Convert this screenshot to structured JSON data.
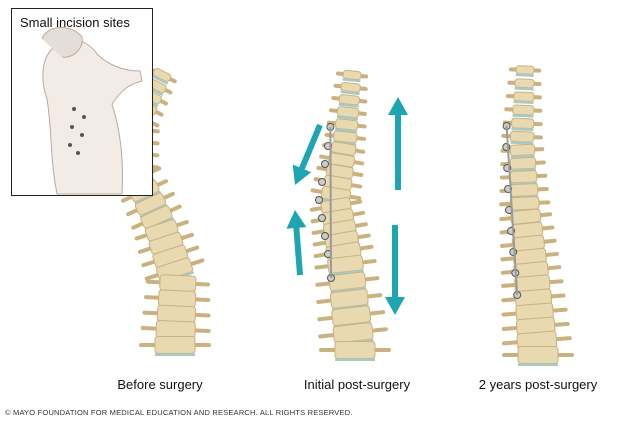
{
  "inset": {
    "title": "Small incision sites"
  },
  "captions": [
    "Before surgery",
    "Initial post-surgery",
    "2 years post-surgery"
  ],
  "copyright": "© MAYO FOUNDATION FOR MEDICAL EDUCATION AND RESEARCH. ALL RIGHTS RESERVED.",
  "colors": {
    "bone": "#e8d9b0",
    "bone_shade": "#c9b27e",
    "disc": "#a9c9c4",
    "arrow": "#1ea5b2",
    "rod": "#9a9a9a"
  }
}
